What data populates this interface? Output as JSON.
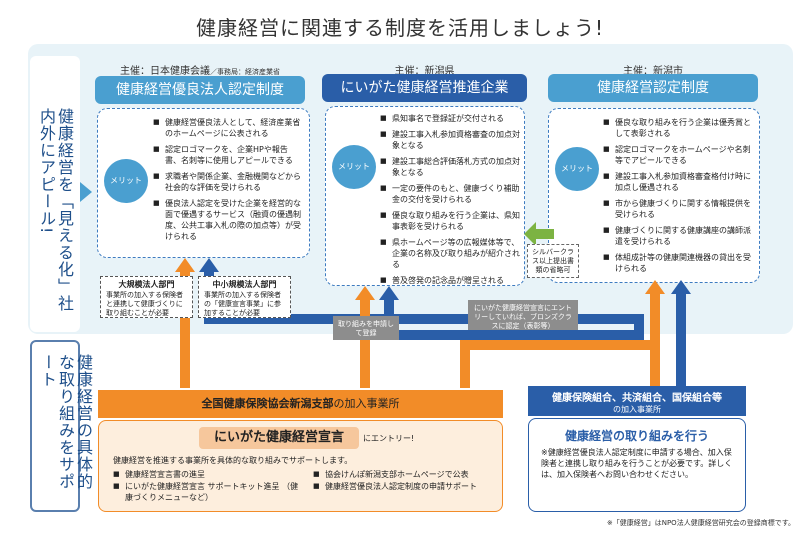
{
  "title": "健康経営に関連する制度を活用しましょう!",
  "side_label_top": "健康経営を「見える化」社内外にアピール!",
  "side_label_bottom": "健康経営の具体的な取り組みをサポート",
  "merit_label": "メリット",
  "systems": [
    {
      "host": "主催：日本健康会議",
      "host_note": "／事務局：経済産業省",
      "name": "健康経営優良法人認定制度",
      "items": [
        "健康経営優良法人として、経済産業省のホームページに公表される",
        "認定ロゴマークを、企業HPや報告書、名刺等に使用しアピールできる",
        "求職者や関係企業、金融機関などから社会的な評価を受けられる",
        "優良法人認定を受けた企業を経営的な面で優遇するサービス（融資の優遇制度、公共工事入札の際の加点等）が受けられる"
      ]
    },
    {
      "host": "主催：新潟県",
      "name": "にいがた健康経営推進企業",
      "items": [
        "県知事名で登録証が交付される",
        "建設工事入札参加資格審査の加点対象となる",
        "建設工事総合評価落札方式の加点対象となる",
        "一定の要件のもと、健康づくり補助金の交付を受けられる",
        "優良な取り組みを行う企業は、県知事表彰を受けられる",
        "県ホームページ等の広報媒体等で、企業の名称及び取り組みが紹介される",
        "普及啓発の記念品が贈呈される"
      ]
    },
    {
      "host": "主催：新潟市",
      "name": "健康経営認定制度",
      "items": [
        "優良な取り組みを行う企業は優秀賞として表彰される",
        "認定ロゴマークをホームページや名刺等でアピールできる",
        "建設工事入札参加資格審査格付け時に加点し優遇される",
        "市から健康づくりに関する情報提供を受けられる",
        "健康づくりに関する健康講座の講師派遣を受けられる",
        "体組成計等の健康関連機器の貸出を受けられる"
      ]
    }
  ],
  "departments": [
    {
      "title": "大規模法人部門",
      "text": "事業所の加入する保険者と連携して健康づくりに取り組むことが必要"
    },
    {
      "title": "中小規模法人部門",
      "text": "事業所の加入する保険者の「健康宣言事業」に参加することが必要"
    }
  ],
  "silver_note": "シルバークラス以上提出書類の省略可",
  "gray_notes": [
    "取り組みを申請して登録",
    "にいがた健康経営宣言にエントリーしていれば、ブロンズクラスに認定（表彰等）"
  ],
  "orange_bar_bold": "全国健康保険協会新潟支部",
  "orange_bar_rest": "の加入事業所",
  "blue_bar_bold": "健康保険組合、共済組合、国保組合等",
  "blue_bar_rest": "の加入事業所",
  "declaration": {
    "name": "にいがた健康経営宣言",
    "suffix": "にエントリー!",
    "intro": "健康経営を推進する事業所を具体的な取り組みでサポートします。",
    "items": [
      "健康経営宣言書の進呈",
      "にいがた健康経営宣言 サポートキット進呈 （健康づくりメニューなど）",
      "協会けんぽ新潟支部ホームページで公表",
      "健康経営優良法人認定制度の申請サポート"
    ]
  },
  "practice": {
    "title": "健康経営の取り組みを行う",
    "text": "※健康経営優良法人認定制度に申請する場合、加入保険者と連携し取り組みを行うことが必要です。詳しくは、加入保険者へお問い合わせください。"
  },
  "footnote": "※「健康経営」はNPO法人健康経営研究会の登録商標です。",
  "colors": {
    "orange": "#f28c28",
    "blue": "#2a5ea8",
    "lightblue": "#4a9fd0",
    "green": "#7cb342",
    "gray": "#8d8d8d"
  }
}
